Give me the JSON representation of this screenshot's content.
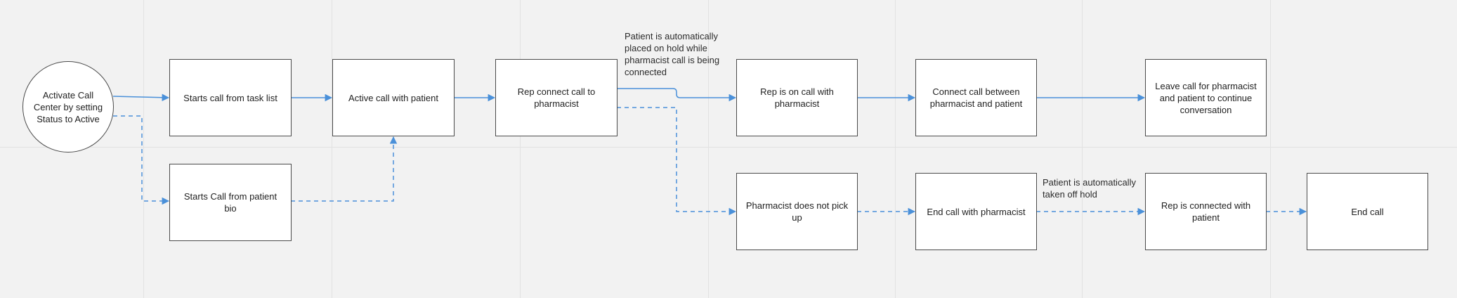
{
  "colors": {
    "connector": "#4a90d9",
    "node_border": "#4a4a4a",
    "background": "#f2f2f2",
    "grid": "#e2e2e2"
  },
  "nodes": {
    "activate": "Activate Call Center by setting Status to Active",
    "task_list": "Starts call from task list",
    "patient_bio": "Starts Call from patient bio",
    "active_call": "Active call with patient",
    "connect_pharmacist": "Rep connect call to pharmacist",
    "on_call_pharmacist": "Rep is on call with pharmacist",
    "connect_both": "Connect call between pharmacist and patient",
    "leave_call": "Leave call for pharmacist and patient to continue conversation",
    "no_pickup": "Pharmacist does not pick up",
    "end_pharmacist": "End call with pharmacist",
    "rep_connected": "Rep is connected with patient",
    "end_call": "End call"
  },
  "notes": {
    "on_hold": "Patient is automatically placed on hold while pharmacist call is being connected",
    "off_hold": "Patient is automatically taken off hold"
  }
}
